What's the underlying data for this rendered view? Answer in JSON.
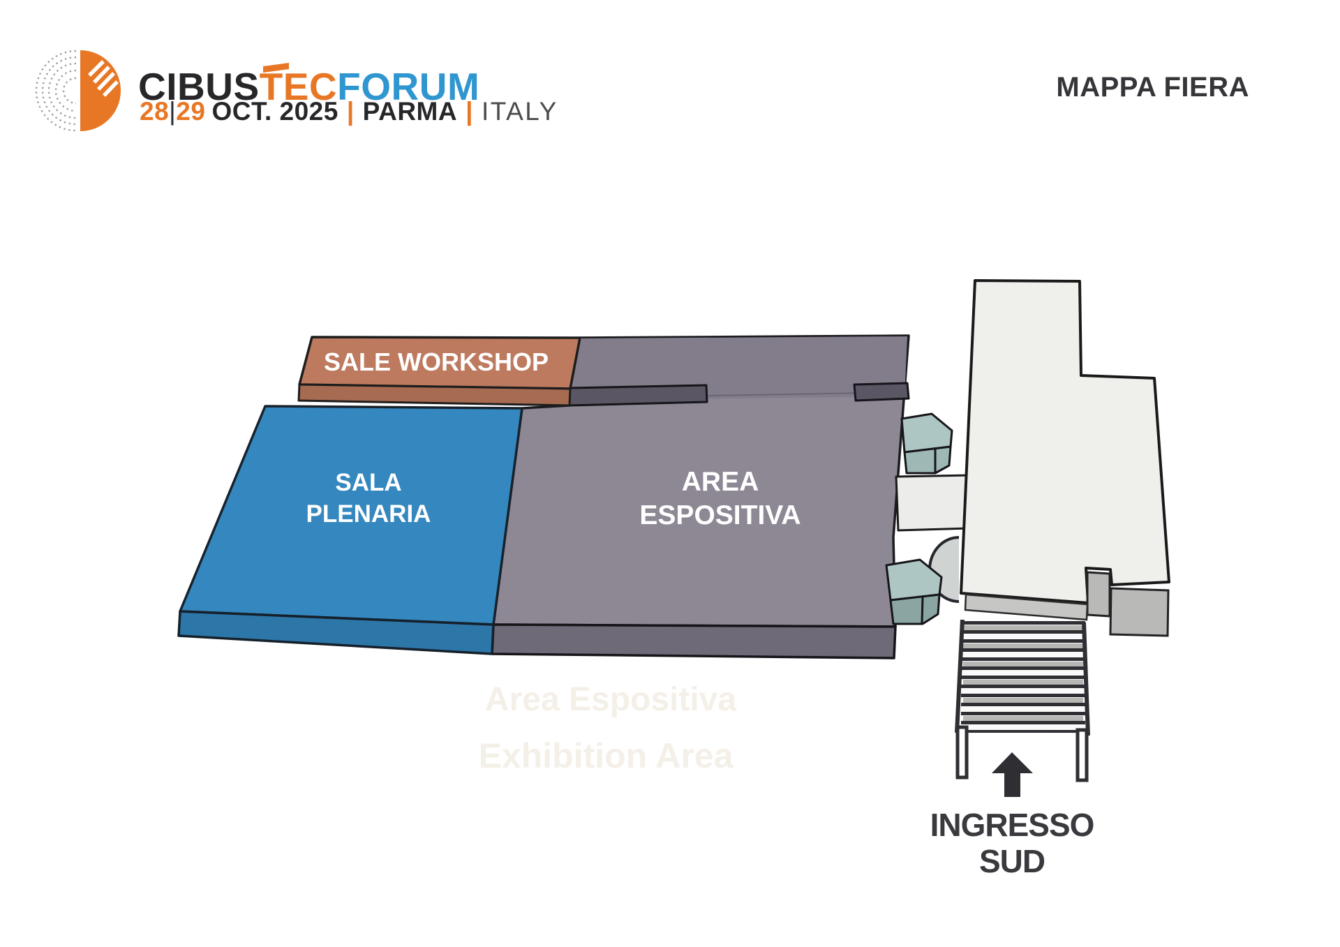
{
  "header": {
    "logo": {
      "icon": "cibustec-halfcircle-dots-logo",
      "brand_part1": "CIBUS",
      "brand_part2": "TEC",
      "brand_part3": "FORUM",
      "date_day_left": "28",
      "date_pipe1": "|",
      "date_day_right": "29",
      "date_text": "OCT. 2025",
      "pipe2": "|",
      "city": "PARMA",
      "pipe3": "|",
      "country": "ITALY"
    },
    "page_title": "MAPPA FIERA"
  },
  "map": {
    "rooms": {
      "sale_workshop": "SALE WORKSHOP",
      "sala_plenaria_line1": "SALA",
      "sala_plenaria_line2": "PLENARIA",
      "area_espositiva_line1": "AREA",
      "area_espositiva_line2": "ESPOSITIVA"
    },
    "entrance": {
      "arrow_icon": "up-arrow",
      "line1": "INGRESSO",
      "line2": "SUD"
    },
    "ghost_label_line1": "Area Espositiva",
    "ghost_label_line2": "Exhibition Area"
  },
  "colors": {
    "brand_orange": "#e87725",
    "brand_blue": "#3096cf",
    "logo_black": "#27272a",
    "title_dark": "#36363a",
    "workshop_top": "#bd7a5e",
    "workshop_front": "#a76b52",
    "plenaria_top": "#3587bf",
    "plenaria_front": "#2d76a8",
    "expo_top": "#8e8894",
    "expo_strip": "#837d8b",
    "expo_front": "#6e6a77",
    "ledge_dark": "#5a5663",
    "building_fill": "#efefeb",
    "annex_gray": "#b9b9b7",
    "terrace_gray": "#c6c6c4",
    "kiosk_top": "#aec6c3",
    "kiosk_front": "#9db8b5",
    "kiosk_side": "#8aa5a2",
    "bridge_fill": "#ececea",
    "stairs_dark": "#2e2e33",
    "text_dark": "#3a3a3e",
    "ghost_text": "#ece4d6"
  }
}
